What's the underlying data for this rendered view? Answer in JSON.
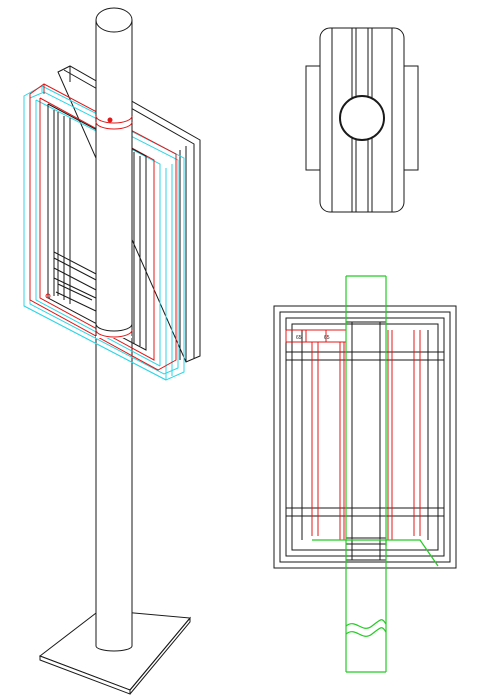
{
  "drawing": {
    "views": [
      "isometric-view",
      "top-view",
      "front-view"
    ],
    "colors": {
      "line": "#1a1a1a",
      "frame_outline": "#2fd6e6",
      "highlight": "#e01818",
      "pole_guide": "#22cc22",
      "background": "#ffffff"
    },
    "labels": {
      "dim_left": "65",
      "dim_right": "65"
    }
  }
}
